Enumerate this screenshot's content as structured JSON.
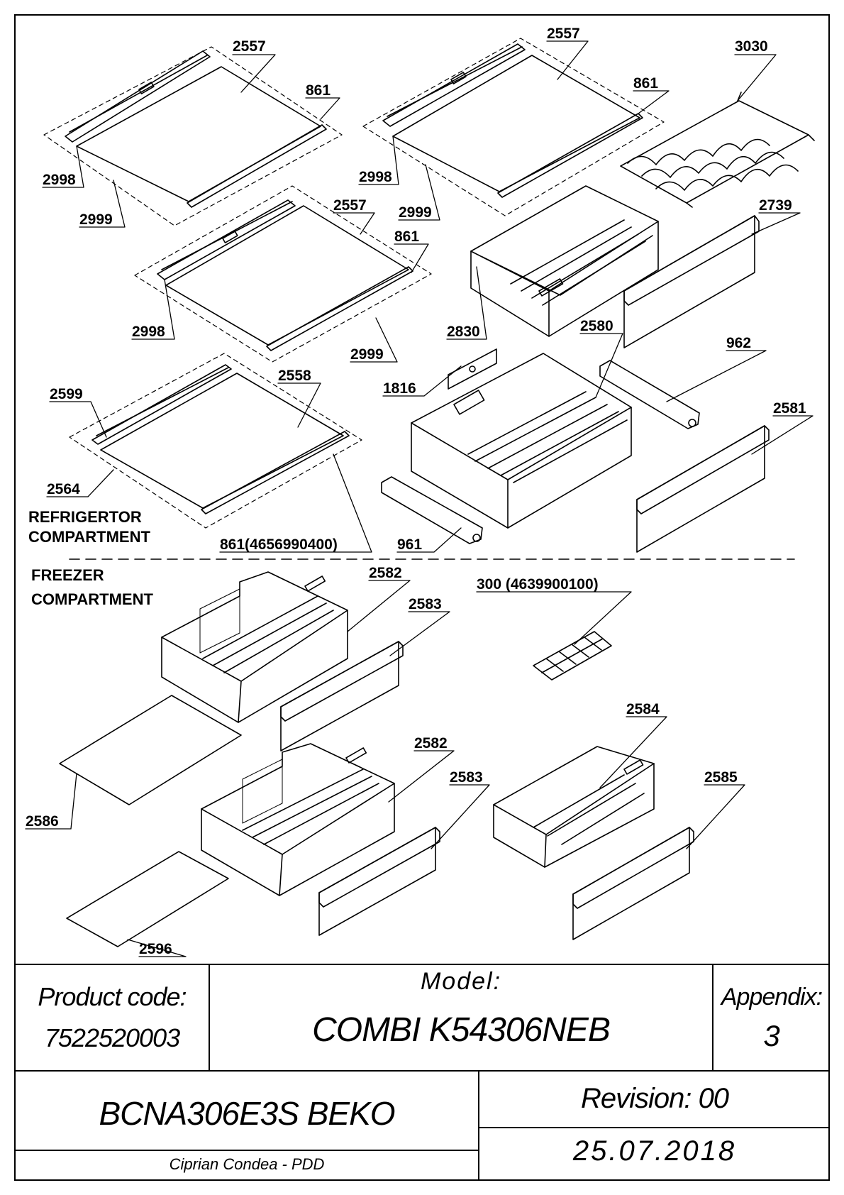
{
  "labels": {
    "p2557a": "2557",
    "p861a": "861",
    "p2998a": "2998",
    "p2999a": "2999",
    "p2557b": "2557",
    "p861b": "861",
    "p2998b": "2998",
    "p2999b": "2999",
    "p3030": "3030",
    "p2557c": "2557",
    "p861c": "861",
    "p2998c": "2998",
    "p2999c": "2999",
    "p2739": "2739",
    "p2830": "2830",
    "p2580": "2580",
    "p962": "962",
    "p1816": "1816",
    "p2599": "2599",
    "p2558": "2558",
    "p2581": "2581",
    "p2564": "2564",
    "p861d": "861(4656990400)",
    "p961": "961",
    "p2582a": "2582",
    "p2583a": "2583",
    "p300": "300 (4639900100)",
    "p2584": "2584",
    "p2582b": "2582",
    "p2583b": "2583",
    "p2585": "2585",
    "p2586": "2586",
    "p2596": "2596"
  },
  "sections": {
    "refrigerator_line1": "REFRIGERTOR",
    "refrigerator_line2": "COMPARTMENT",
    "freezer_line1": "FREEZER",
    "freezer_line2": "COMPARTMENT"
  },
  "title_block": {
    "product_code_label": "Product code:",
    "product_code": "7522520003",
    "model_label": "Model:",
    "model": "COMBI K54306NEB",
    "appendix_label": "Appendix:",
    "appendix": "3",
    "product_name": "BCNA306E3S BEKO",
    "revision": "Revision: 00",
    "author": "Ciprian Condea - PDD",
    "date": "25.07.2018"
  }
}
